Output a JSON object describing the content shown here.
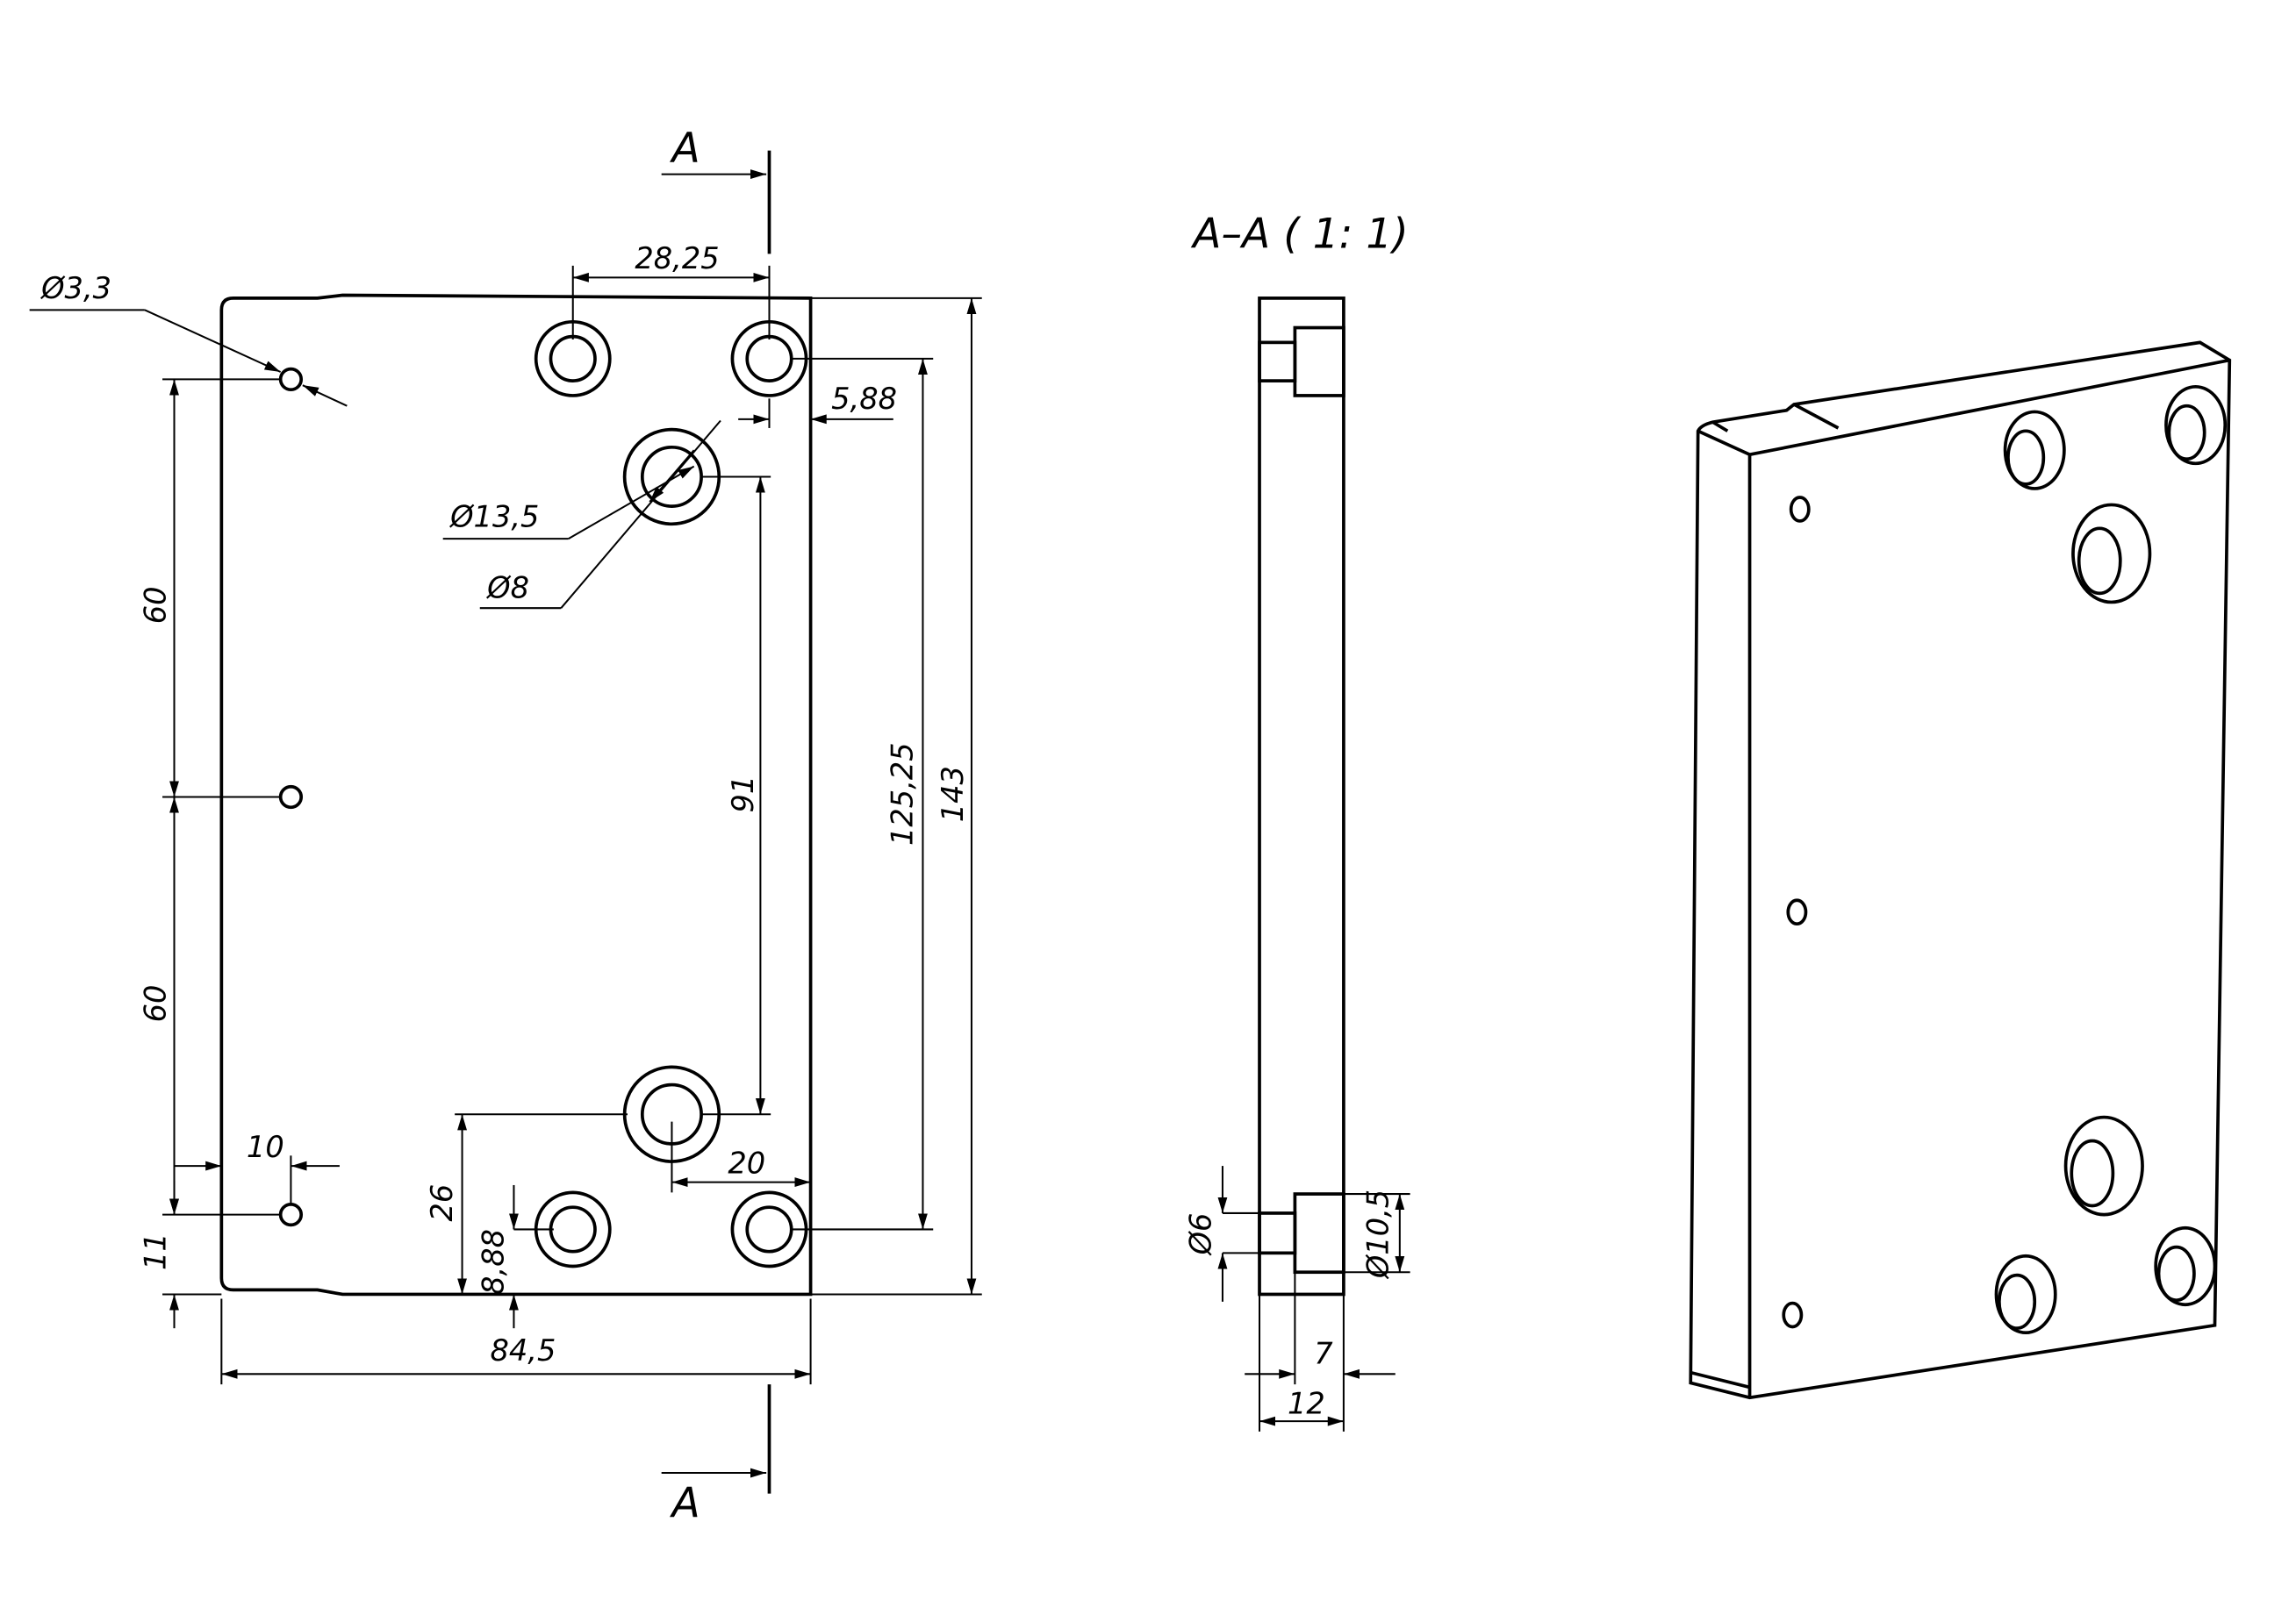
{
  "section_marks": {
    "top": "A",
    "bottom": "A"
  },
  "section_title": "A–A ( 1: 1)",
  "front_view": {
    "dims": {
      "d3_3": "Ø3,3",
      "w28_25": "28,25",
      "o5_88": "5,88",
      "d13_5": "Ø13,5",
      "d8": "Ø8",
      "v60a": "60",
      "v60b": "60",
      "v91": "91",
      "v125_25": "125,25",
      "v143": "143",
      "h10": "10",
      "v11": "11",
      "v26": "26",
      "v8_88": "8,88",
      "h20": "20",
      "w84_5": "84,5"
    }
  },
  "section_view": {
    "dims": {
      "d6": "Ø6",
      "d10_5": "Ø10,5",
      "h7": "7",
      "h12": "12"
    }
  }
}
